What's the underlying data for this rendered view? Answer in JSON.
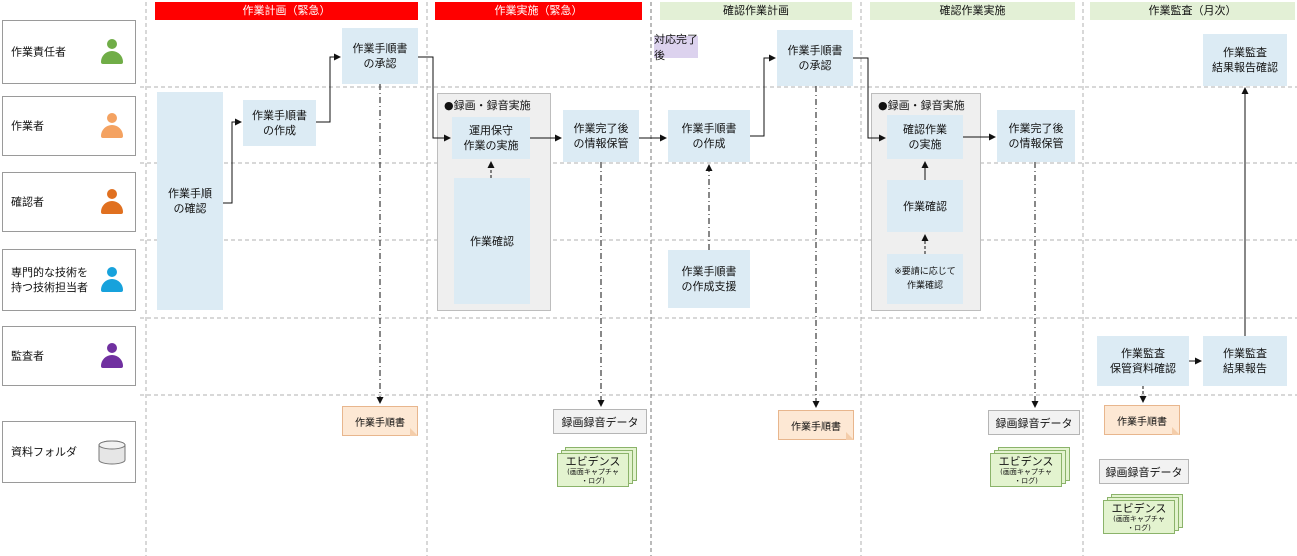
{
  "phases": [
    {
      "label": "作業計画（緊急）",
      "style": "urgent"
    },
    {
      "label": "作業実施（緊急）",
      "style": "urgent"
    },
    {
      "label": "確認作業計画",
      "style": "normal"
    },
    {
      "label": "確認作業実施",
      "style": "normal"
    },
    {
      "label": "作業監査（月次）",
      "style": "normal"
    }
  ],
  "roles": [
    {
      "label": "作業責任者",
      "color": "#70ad47"
    },
    {
      "label": "作業者",
      "color": "#f4a261"
    },
    {
      "label": "確認者",
      "color": "#e07020"
    },
    {
      "label": "専門的な技術を\n持つ技術担当者",
      "color": "#17a2dc"
    },
    {
      "label": "監査者",
      "color": "#7030a0"
    },
    {
      "label": "資料フォルダ",
      "color": "#bfbfbf"
    }
  ],
  "tasks": {
    "plan_confirm": "作業手順\nの確認",
    "plan_create": "作業手順書\nの作成",
    "plan_approve": "作業手順書\nの承認",
    "exec_ops": "運用保守\n作業の実施",
    "exec_check": "作業確認",
    "exec_store": "作業完了後\nの情報保管",
    "cplan_create": "作業手順書\nの作成",
    "cplan_support": "作業手順書\nの作成支援",
    "cplan_approve": "作業手順書\nの承認",
    "cexec_check": "確認作業\nの実施",
    "cexec_confirm": "作業確認",
    "cexec_expert": "※要請に応じて\n作業確認",
    "cexec_store": "作業完了後\nの情報保管",
    "audit_review": "作業監査\n保管資料確認",
    "audit_report": "作業監査\n結果報告",
    "audit_confirm": "作業監査\n結果報告確認"
  },
  "groups": {
    "exec": "●録画・録音実施",
    "cexec": "●録画・録音実施"
  },
  "note_after": "対応完了後",
  "artifacts": {
    "doc_label": "作業手順書",
    "data_label": "録画録音データ",
    "evidence_title": "エビデンス",
    "evidence_sub": "(画面キャプチャ\n・ログ)"
  }
}
